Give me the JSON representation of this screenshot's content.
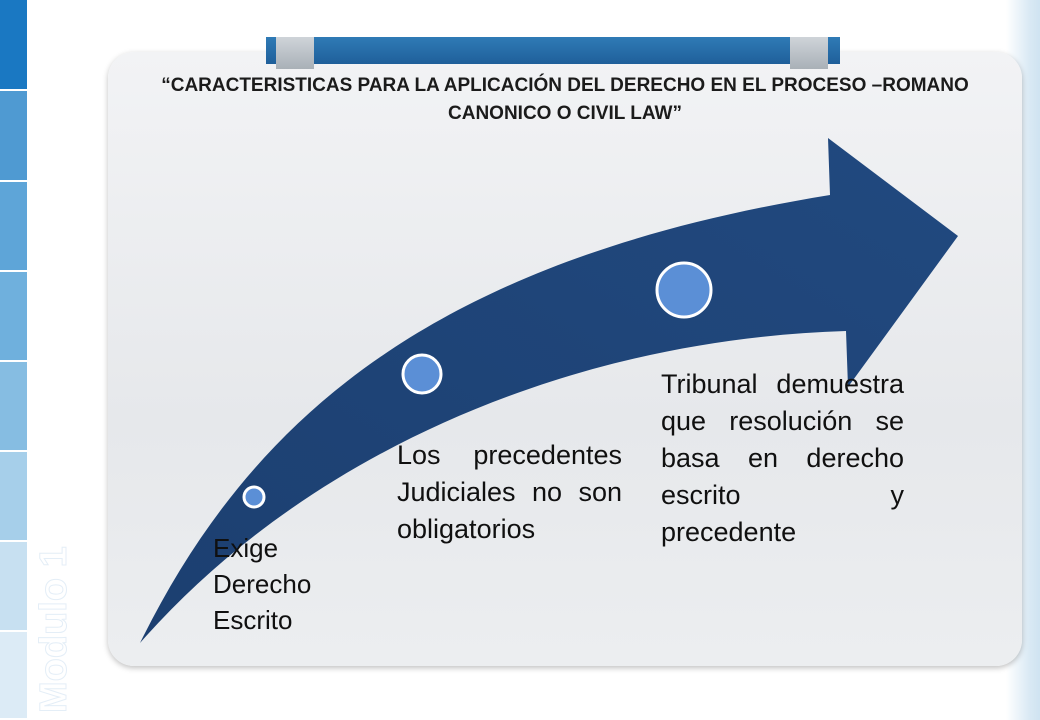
{
  "title": "“CARACTERISTICAS PARA LA APLICACIÓN DEL DERECHO EN EL PROCESO –ROMANO CANONICO O CIVIL LAW”",
  "side_label": "Modulo 1",
  "steps": [
    {
      "text": "Exige Derecho Escrito"
    },
    {
      "text": "Los precedentes Judiciales no son obligatorios"
    },
    {
      "text": "Tribunal demuestra que resolución se basa en derecho escrito y precedente"
    }
  ],
  "colors": {
    "arrow": "#1f477b",
    "marker": "#5b8fd6",
    "header_bar": "#2570ad",
    "side_tiles": [
      "#1a78c2",
      "#4f9ad2",
      "#5ea5d8",
      "#6fb0dd",
      "#86bde2",
      "#a6cfea",
      "#c7e0f1",
      "#dcebf6"
    ]
  }
}
